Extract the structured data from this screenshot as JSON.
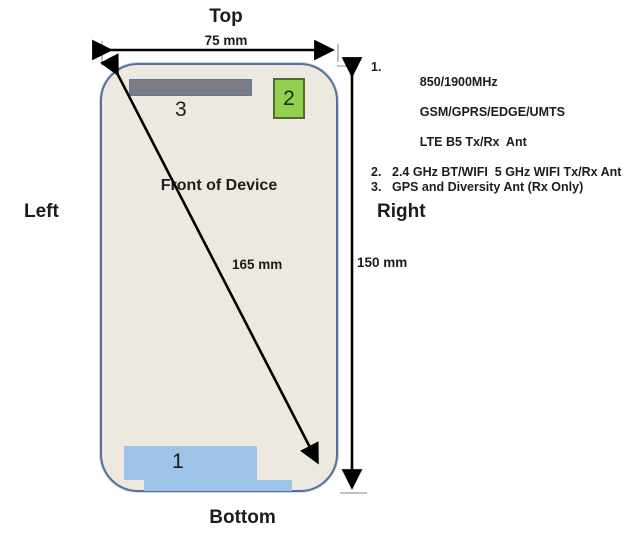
{
  "title": "Device antenna location diagram",
  "orientation_labels": {
    "top": "Top",
    "bottom": "Bottom",
    "left": "Left",
    "right": "Right"
  },
  "device": {
    "face_label": "Front of Device",
    "width_dim": "75 mm",
    "height_dim": "150 mm",
    "diagonal_dim": "165 mm"
  },
  "antenna_markers": {
    "bottom_antenna": "1",
    "top_right_antenna": "2",
    "top_left_antenna": "3"
  },
  "legend": {
    "items": [
      {
        "number": "1.",
        "lines": [
          "850/1900MHz",
          "GSM/GPRS/EDGE/UMTS",
          "LTE B5 Tx/Rx  Ant"
        ]
      },
      {
        "number": "2.",
        "lines": [
          "2.4 GHz BT/WIFI  5 GHz WIFI Tx/Rx Ant"
        ]
      },
      {
        "number": "3.",
        "lines": [
          "GPS and Diversity Ant (Rx Only)"
        ]
      }
    ]
  },
  "colors": {
    "background": "#FFFFFF",
    "device_fill": "#EDE9E0",
    "device_border": "#55719B",
    "antenna1_fill": "#9DC3E6",
    "antenna2_fill": "#92D050",
    "antenna2_border": "#4F6C2E",
    "antenna3_fill": "#7C7C84",
    "antenna3_border": "#5B7B9C",
    "arrow": "#000000",
    "text": "#1C1C1C"
  }
}
